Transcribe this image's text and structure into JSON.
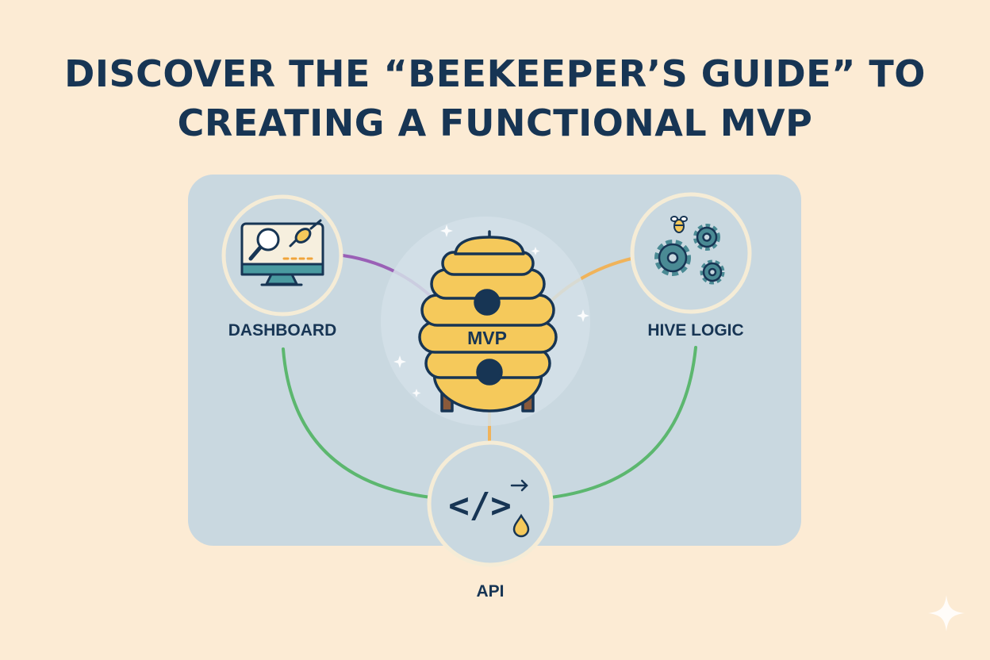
{
  "title": {
    "line1": "DISCOVER THE “BEEKEEPER’S GUIDE” TO",
    "line2": "CREATING A FUNCTIONAL MVP"
  },
  "nodes": {
    "center": {
      "label": "MVP",
      "icon": "beehive-icon"
    },
    "dashboard": {
      "label": "DASHBOARD",
      "icon": "monitor-icon"
    },
    "hive_logic": {
      "label": "HIVE LOGIC",
      "icon": "gears-icon"
    },
    "api": {
      "label": "API",
      "icon": "code-icon",
      "glyph": "</>"
    }
  },
  "colors": {
    "background": "#fcebd4",
    "panel": "#c9d8e0",
    "title": "#173554",
    "honey": "#f5c95b",
    "link_purple": "#9a60b6",
    "link_orange": "#f0b35a",
    "link_green": "#5cb76f",
    "gear": "#4a8a94"
  }
}
